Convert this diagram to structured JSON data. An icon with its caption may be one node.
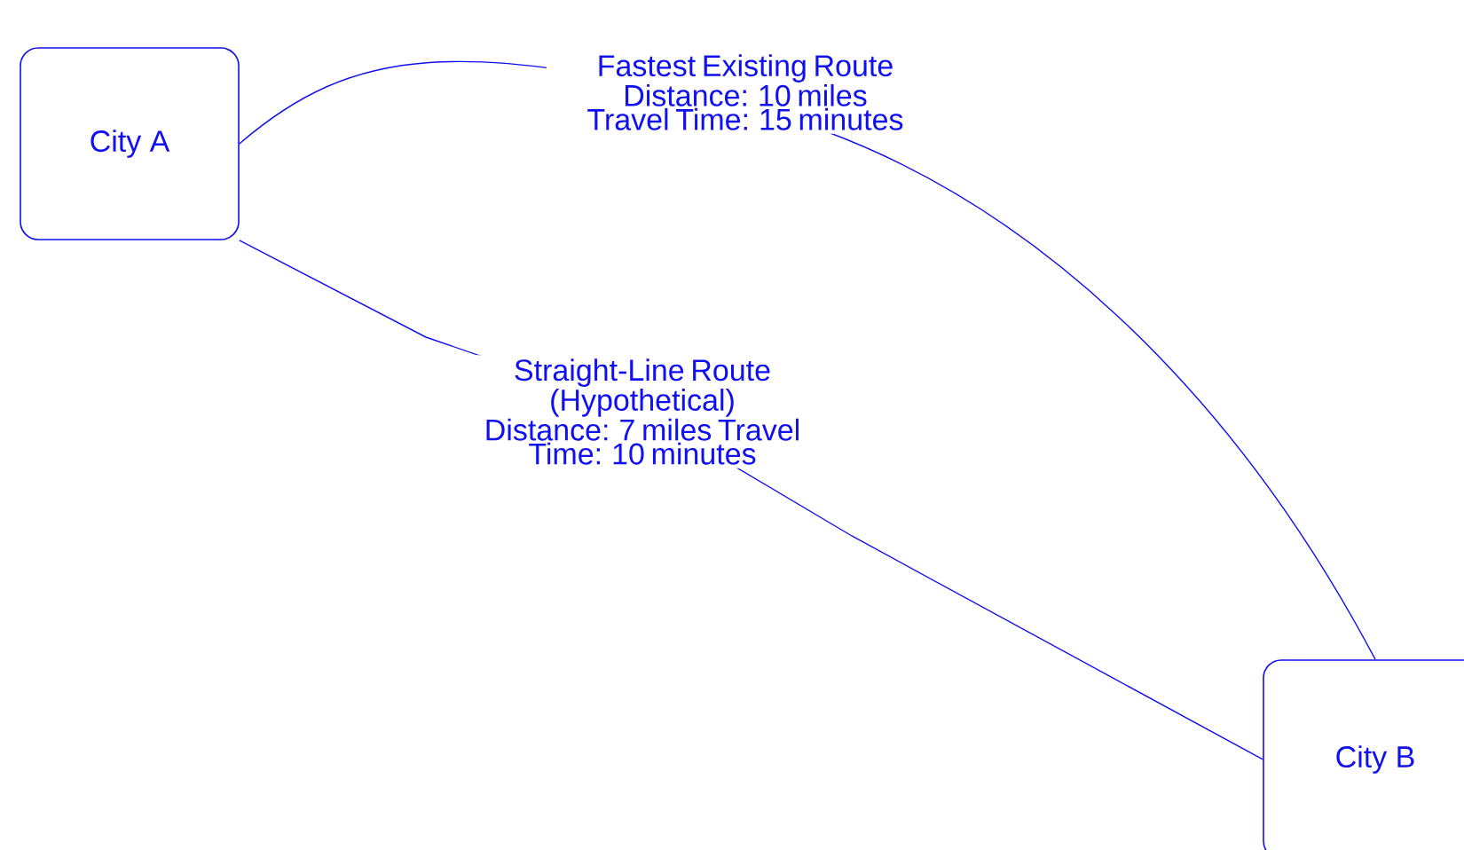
{
  "diagram": {
    "nodes": [
      {
        "text": [
          "City A"
        ]
      },
      {
        "text": [
          "City B"
        ]
      }
    ],
    "edges": [
      {
        "from": 0,
        "to": 1,
        "arrow": "none",
        "label": "Fastest Existing Route Distance: 10 miles Travel Time: 15 minutes"
      },
      {
        "from": 0,
        "to": 1,
        "arrow": "none",
        "label": "Straight-Line Route (Hypothetical) Distance: 7 miles Travel Time: 10 minutes"
      }
    ]
  }
}
